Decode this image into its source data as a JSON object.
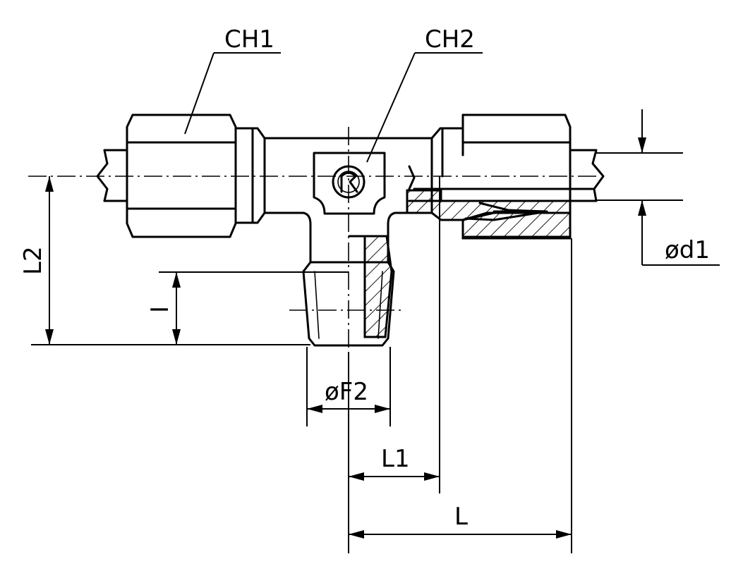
{
  "labels": {
    "ch1": "CH1",
    "ch2": "CH2",
    "d1": "ød1",
    "l2": "L2",
    "i": "I",
    "f2": "øF2",
    "l1": "L1",
    "l": "L"
  },
  "colors": {
    "line": "#000000",
    "background": "#ffffff"
  }
}
